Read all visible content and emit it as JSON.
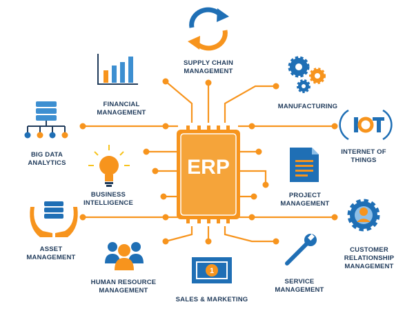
{
  "center_label": "ERP",
  "modules": {
    "supply_chain": "SUPPLY CHAIN\nMANAGEMENT",
    "financial": "FINANCIAL\nMANAGEMENT",
    "manufacturing": "MANUFACTURING",
    "big_data": "BIG DATA\nANALYTICS",
    "iot": "INTERNET OF\nTHINGS",
    "business_intelligence": "BUSINESS\nINTELLIGENCE",
    "project": "PROJECT\nMANAGEMENT",
    "asset": "ASSET\nMANAGEMENT",
    "crm": "CUSTOMER\nRELATIONSHIP\nMANAGEMENT",
    "hr": "HUMAN RESOURCE\nMANAGEMENT",
    "sales": "SALES & MARKETING",
    "service": "SERVICE\nMANAGEMENT"
  },
  "iot_icon_text": "I T",
  "sales_icon_text": "1",
  "colors": {
    "orange": "#f7941d",
    "blue": "#1f6fb5",
    "dark_blue": "#1f3a5a",
    "light_blue": "#3d8fd1"
  }
}
